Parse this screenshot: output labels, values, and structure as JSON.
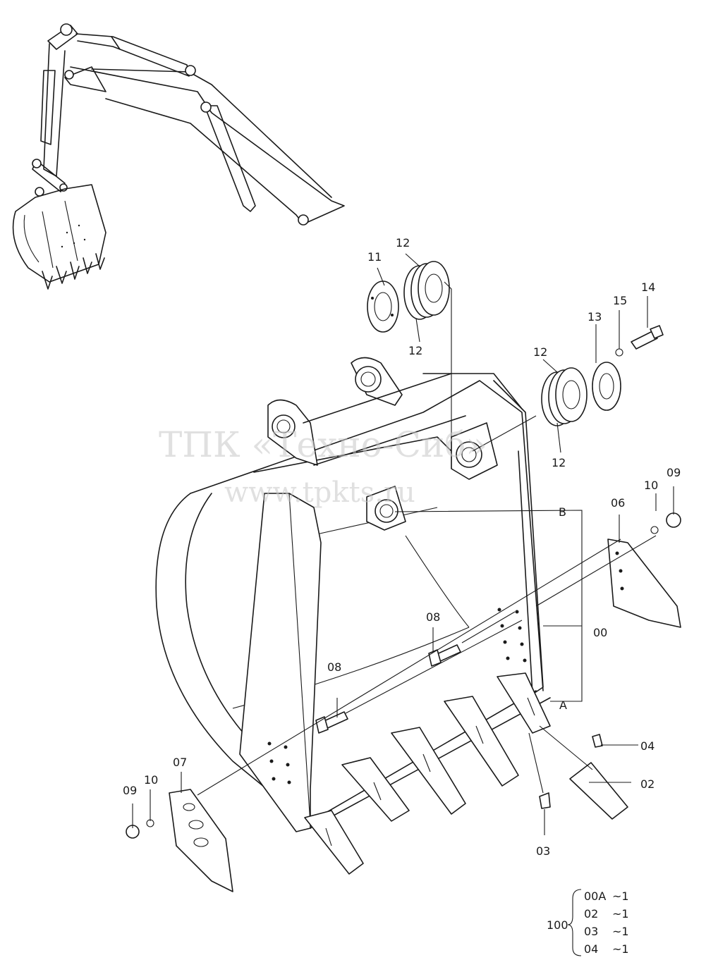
{
  "watermark": {
    "line1": "ТПК «Техно-Сиб»",
    "line2": "www.tpkts.ru"
  },
  "callouts": {
    "p00": "00",
    "p02": "02",
    "p03": "03",
    "p04": "04",
    "p06": "06",
    "p07": "07",
    "p08a": "08",
    "p08b": "08",
    "p09a": "09",
    "p09b": "09",
    "p10a": "10",
    "p10b": "10",
    "p11": "11",
    "p12a": "12",
    "p12b": "12",
    "p12c": "12",
    "p12d": "12",
    "p13": "13",
    "p14": "14",
    "p15": "15",
    "refA": "A",
    "refB": "B"
  },
  "assembly": {
    "id": "100",
    "items": [
      {
        "part": "00A",
        "qty": "~1"
      },
      {
        "part": "02",
        "qty": "~1"
      },
      {
        "part": "03",
        "qty": "~1"
      },
      {
        "part": "04",
        "qty": "~1"
      }
    ]
  },
  "icons": [
    "excavator-arm-icon",
    "bucket-icon",
    "tooth-icon",
    "side-cutter-icon",
    "bolt-icon",
    "nut-icon",
    "washer-icon",
    "shim-icon",
    "pin-plate-icon",
    "pin-icon"
  ]
}
